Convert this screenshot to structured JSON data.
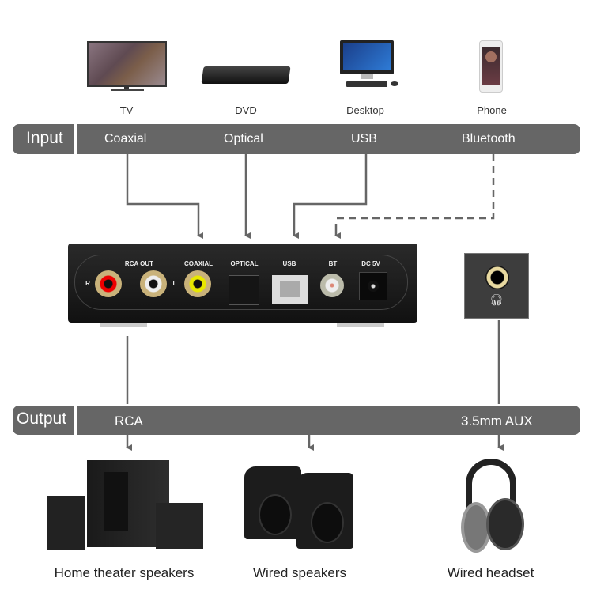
{
  "input_devices": [
    {
      "name": "TV",
      "icon": "tv-icon"
    },
    {
      "name": "DVD",
      "icon": "dvd-player-icon"
    },
    {
      "name": "Desktop",
      "icon": "desktop-computer-icon"
    },
    {
      "name": "Phone",
      "icon": "smartphone-icon"
    }
  ],
  "input_bar": {
    "title": "Input",
    "items": [
      "Coaxial",
      "Optical",
      "USB",
      "Bluetooth"
    ]
  },
  "device_panel": {
    "ports": [
      "RCA OUT",
      "COAXIAL",
      "OPTICAL",
      "USB",
      "BT",
      "DC 5V"
    ],
    "rca_right": "R",
    "rca_left": "L"
  },
  "headphone_jack": {
    "icon": "headphones-icon"
  },
  "output_bar": {
    "title": "Output",
    "items": [
      "RCA",
      "3.5mm AUX"
    ]
  },
  "output_devices": [
    {
      "name": "Home theater speakers",
      "icon": "home-theater-speakers-icon"
    },
    {
      "name": "Wired speakers",
      "icon": "wired-speakers-icon"
    },
    {
      "name": "Wired headset",
      "icon": "headset-icon"
    }
  ],
  "colors": {
    "bar": "#666666",
    "line": "#666666",
    "device_body": "#1e1e1e"
  }
}
